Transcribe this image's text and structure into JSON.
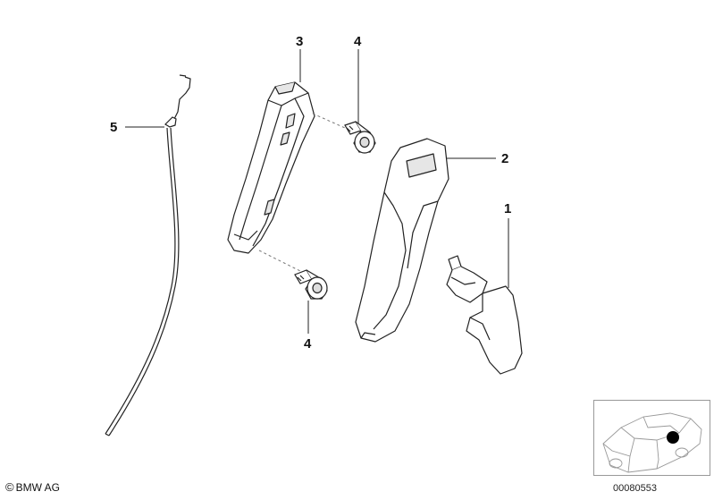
{
  "callouts": {
    "p1": "1",
    "p2": "2",
    "p3": "3",
    "p4_top": "4",
    "p4_bottom": "4",
    "p5": "5"
  },
  "footer": {
    "copyright_symbol": "©",
    "copyright_text": "BMW AG",
    "diagram_number": "00080553"
  },
  "colors": {
    "line": "#222222",
    "part_fill": "#ffffff",
    "shade": "#e6e6e6",
    "marker": "#000000"
  }
}
